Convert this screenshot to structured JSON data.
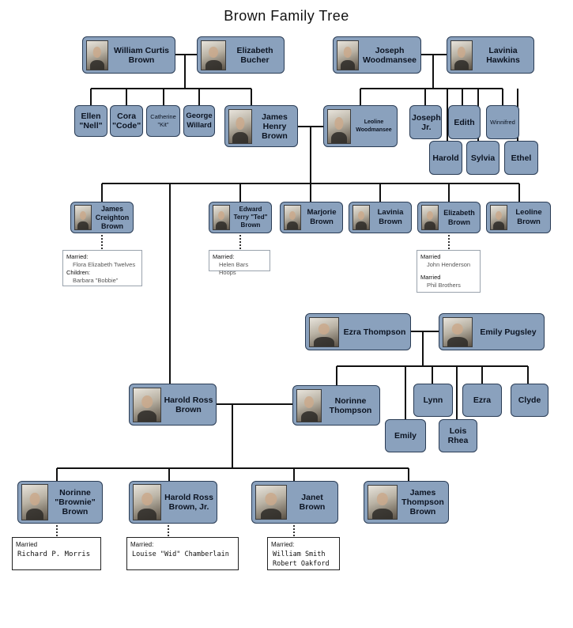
{
  "title": "Brown  Family Tree",
  "people": {
    "william": "William Curtis Brown",
    "elizabeth_b": "Elizabeth Bucher",
    "joseph_w": "Joseph Woodmansee",
    "lavinia_h": "Lavinia Hawkins",
    "ellen": "Ellen \"Nell\"",
    "cora": "Cora \"Code\"",
    "catherine": "Catherine \"Kit\"",
    "george": "George Willard",
    "james_h": "James Henry Brown",
    "leoline_w": "Leoline Woodmansee",
    "joseph_jr": "Joseph Jr.",
    "edith": "Edith",
    "winnifred": "Winnifred",
    "harold": "Harold",
    "sylvia": "Sylvia",
    "ethel": "Ethel",
    "james_c": "James Creighton Brown",
    "edward": "Edward Terry \"Ted\" Brown",
    "marjorie": "Marjorie Brown",
    "lavinia_b": "Lavinia Brown",
    "elizabeth_br": "Elizabeth Brown",
    "leoline_b": "Leoline Brown",
    "ezra_t": "Ezra Thompson",
    "emily_p": "Emily Pugsley",
    "harold_r": "Harold Ross Brown",
    "norinne_t": "Norinne Thompson",
    "lynn": "Lynn",
    "ezra": "Ezra",
    "clyde": "Clyde",
    "emily": "Emily",
    "lois": "Lois Rhea",
    "norinne_b": "Norinne \"Brownie\" Brown",
    "harold_jr": "Harold Ross Brown, Jr.",
    "janet": "Janet Brown",
    "james_t": "James Thompson Brown"
  },
  "notes": {
    "james_c": {
      "married_label": "Married:",
      "married": "Flora Elizabeth Twelves",
      "children_label": "Children:",
      "children": "Barbara \"Bobbie\""
    },
    "edward": {
      "married_label": "Married:",
      "married": "Helen Bars Hoops"
    },
    "elizabeth": {
      "married_label1": "Married",
      "married1": "John Henderson",
      "married_label2": "Married",
      "married2": "Phil Brothers"
    },
    "norinne": {
      "married_label": "Married",
      "married": "Richard P. Morris"
    },
    "harold_jr": {
      "married_label": "Married:",
      "married": "Louise \"Wid\" Chamberlain"
    },
    "janet": {
      "married_label": "Married:",
      "married1": "William Smith",
      "married2": "Robert Oakford"
    }
  }
}
